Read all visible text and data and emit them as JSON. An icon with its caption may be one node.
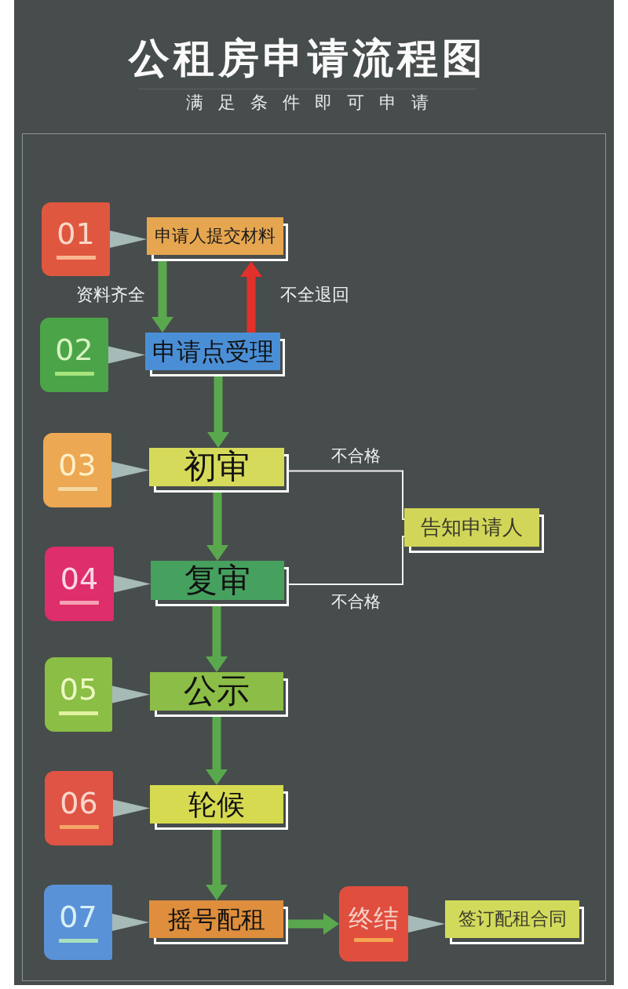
{
  "diagram": {
    "title": "公租房申请流程图",
    "nodes": [
      {
        "text": [
          "01"
        ]
      },
      {
        "text": [
          "申请人提交材料"
        ]
      },
      {
        "text": [
          "02"
        ]
      },
      {
        "text": [
          "申请点受理"
        ]
      },
      {
        "text": [
          "03"
        ]
      },
      {
        "text": [
          "初审"
        ]
      },
      {
        "text": [
          "告知申请人"
        ]
      },
      {
        "text": [
          "04"
        ]
      },
      {
        "text": [
          "复审"
        ]
      },
      {
        "text": [
          "05"
        ]
      },
      {
        "text": [
          "公示"
        ]
      },
      {
        "text": [
          "06"
        ]
      },
      {
        "text": [
          "轮候"
        ]
      },
      {
        "text": [
          "07"
        ]
      },
      {
        "text": [
          "摇号配租"
        ]
      },
      {
        "text": [
          "终结"
        ]
      },
      {
        "text": [
          "签订配租合同"
        ]
      }
    ],
    "edges": [
      {
        "from": 0,
        "to": 1,
        "arrow": "to"
      },
      {
        "from": 1,
        "to": 3,
        "arrow": "to",
        "label": "资料齐全",
        "style": "thick",
        "color": "#5aa84e"
      },
      {
        "from": 3,
        "to": 1,
        "arrow": "to",
        "label": "不全退回",
        "style": "thick",
        "color": "#e2302a"
      },
      {
        "from": 2,
        "to": 3,
        "arrow": "to"
      },
      {
        "from": 3,
        "to": 5,
        "arrow": "to",
        "style": "thick",
        "color": "#5aa84e"
      },
      {
        "from": 4,
        "to": 5,
        "arrow": "to"
      },
      {
        "from": 5,
        "to": 6,
        "arrow": "none",
        "label": "不合格",
        "color": "#f2f2f2"
      },
      {
        "from": 5,
        "to": 8,
        "arrow": "to",
        "style": "thick",
        "color": "#5aa84e"
      },
      {
        "from": 8,
        "to": 6,
        "arrow": "none",
        "label": "不合格",
        "color": "#f2f2f2"
      },
      {
        "from": 7,
        "to": 8,
        "arrow": "to"
      },
      {
        "from": 8,
        "to": 10,
        "arrow": "to",
        "style": "thick",
        "color": "#5aa84e"
      },
      {
        "from": 9,
        "to": 10,
        "arrow": "to"
      },
      {
        "from": 10,
        "to": 12,
        "arrow": "to",
        "style": "thick",
        "color": "#5aa84e"
      },
      {
        "from": 11,
        "to": 12,
        "arrow": "to"
      },
      {
        "from": 12,
        "to": 14,
        "arrow": "to",
        "style": "thick",
        "color": "#5aa84e"
      },
      {
        "from": 13,
        "to": 14,
        "arrow": "to"
      },
      {
        "from": 14,
        "to": 15,
        "arrow": "to",
        "style": "thick",
        "color": "#5aa84e"
      },
      {
        "from": 15,
        "to": 16,
        "arrow": "to"
      }
    ],
    "labels": [
      "满足条件即可申请"
    ]
  }
}
